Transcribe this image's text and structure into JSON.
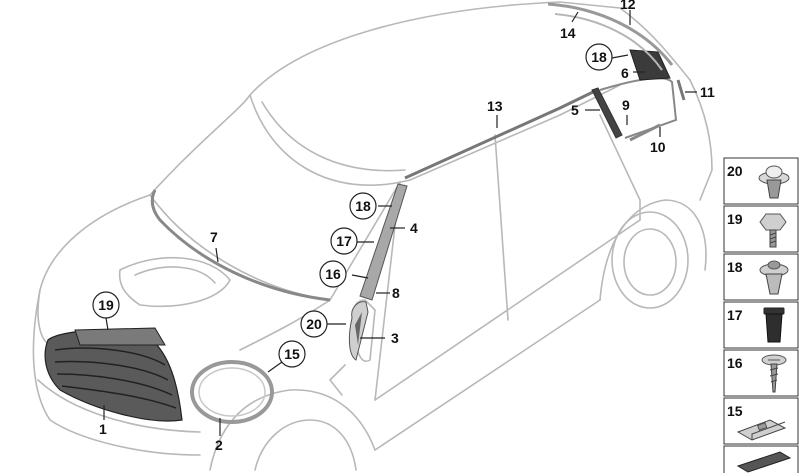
{
  "callouts": [
    {
      "id": "c1",
      "label": "1"
    },
    {
      "id": "c2",
      "label": "2"
    },
    {
      "id": "c3",
      "label": "3"
    },
    {
      "id": "c4",
      "label": "4"
    },
    {
      "id": "c5",
      "label": "5"
    },
    {
      "id": "c6",
      "label": "6"
    },
    {
      "id": "c7",
      "label": "7"
    },
    {
      "id": "c8",
      "label": "8"
    },
    {
      "id": "c9",
      "label": "9"
    },
    {
      "id": "c10",
      "label": "10"
    },
    {
      "id": "c11",
      "label": "11"
    },
    {
      "id": "c12",
      "label": "12"
    },
    {
      "id": "c13",
      "label": "13"
    },
    {
      "id": "c14",
      "label": "14"
    },
    {
      "id": "c15",
      "label": "15"
    },
    {
      "id": "c16",
      "label": "16"
    },
    {
      "id": "c17",
      "label": "17"
    },
    {
      "id": "c18",
      "label": "18"
    },
    {
      "id": "c18b",
      "label": "18"
    },
    {
      "id": "c19",
      "label": "19"
    },
    {
      "id": "c20",
      "label": "20"
    }
  ],
  "legend": [
    {
      "label": "20",
      "part": "expanding-rivet"
    },
    {
      "label": "19",
      "part": "hex-screw"
    },
    {
      "label": "18",
      "part": "plastic-rivet"
    },
    {
      "label": "17",
      "part": "grommet-nut"
    },
    {
      "label": "16",
      "part": "flat-head-screw"
    },
    {
      "label": "15",
      "part": "metal-clip"
    },
    {
      "label": "",
      "part": "adhesive-tape"
    }
  ],
  "colors": {
    "outline": "#b5b5b5",
    "ink": "#222222",
    "part_dark": "#3a3a3a",
    "part_mid": "#8a8a8a",
    "part_light": "#d8d8d8"
  }
}
